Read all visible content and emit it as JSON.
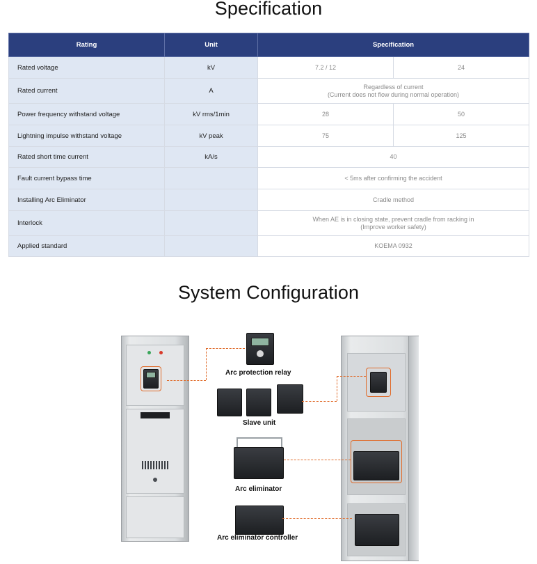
{
  "spec_section": {
    "title": "Specification",
    "headers": {
      "rating": "Rating",
      "unit": "Unit",
      "spec": "Specification"
    },
    "rows": [
      {
        "rating": "Rated voltage",
        "unit": "kV",
        "values": [
          "7.2 / 12",
          "24"
        ]
      },
      {
        "rating": "Rated current",
        "unit": "A",
        "values": [
          "Regardless of current",
          "(Current does not flow during normal operation)"
        ]
      },
      {
        "rating": "Power frequency withstand voltage",
        "unit": "kV rms/1min",
        "values": [
          "28",
          "50"
        ]
      },
      {
        "rating": "Lightning impulse withstand voltage",
        "unit": "kV peak",
        "values": [
          "75",
          "125"
        ]
      },
      {
        "rating": "Rated short time current",
        "unit": "kA/s",
        "values": [
          "40"
        ]
      },
      {
        "rating": "Fault current bypass time",
        "unit": "",
        "values": [
          "< 5ms after confirming the accident"
        ]
      },
      {
        "rating": "Installing Arc Eliminator",
        "unit": "",
        "values": [
          "Cradle method"
        ]
      },
      {
        "rating": "Interlock",
        "unit": "",
        "values": [
          "When AE is in closing state, prevent cradle from racking in",
          "(Improve worker safety)"
        ]
      },
      {
        "rating": "Applied standard",
        "unit": "",
        "values": [
          "KOEMA 0932"
        ]
      }
    ]
  },
  "system_section": {
    "title": "System Configuration",
    "labels": {
      "relay": "Arc protection relay",
      "slave": "Slave unit",
      "eliminator": "Arc eliminator",
      "controller": "Arc eliminator controller"
    }
  },
  "colors": {
    "header_bg": "#2b3f7e",
    "label_bg": "#dfe7f3",
    "callout": "#e06b2a"
  }
}
